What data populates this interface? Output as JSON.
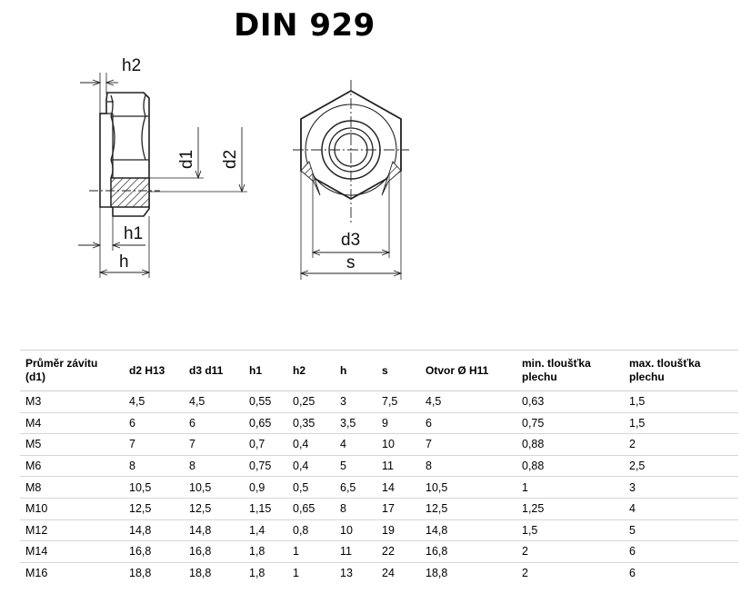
{
  "title": "DIN 929",
  "drawing": {
    "side_view": {
      "h2": "h2",
      "d1": "d1",
      "d2": "d2",
      "h1": "h1",
      "h": "h"
    },
    "front_view": {
      "d3": "d3",
      "s": "s"
    }
  },
  "table": {
    "headers": [
      "Průměr závitu (d1)",
      "d2 H13",
      "d3 d11",
      "h1",
      "h2",
      "h",
      "s",
      "Otvor Ø H11",
      "min. tloušťka plechu",
      "max. tloušťka plechu"
    ],
    "rows": [
      [
        "M3",
        "4,5",
        "4,5",
        "0,55",
        "0,25",
        "3",
        "7,5",
        "4,5",
        "0,63",
        "1,5"
      ],
      [
        "M4",
        "6",
        "6",
        "0,65",
        "0,35",
        "3,5",
        "9",
        "6",
        "0,75",
        "1,5"
      ],
      [
        "M5",
        "7",
        "7",
        "0,7",
        "0,4",
        "4",
        "10",
        "7",
        "0,88",
        "2"
      ],
      [
        "M6",
        "8",
        "8",
        "0,75",
        "0,4",
        "5",
        "11",
        "8",
        "0,88",
        "2,5"
      ],
      [
        "M8",
        "10,5",
        "10,5",
        "0,9",
        "0,5",
        "6,5",
        "14",
        "10,5",
        "1",
        "3"
      ],
      [
        "M10",
        "12,5",
        "12,5",
        "1,15",
        "0,65",
        "8",
        "17",
        "12,5",
        "1,25",
        "4"
      ],
      [
        "M12",
        "14,8",
        "14,8",
        "1,4",
        "0,8",
        "10",
        "19",
        "14,8",
        "1,5",
        "5"
      ],
      [
        "M14",
        "16,8",
        "16,8",
        "1,8",
        "1",
        "11",
        "22",
        "16,8",
        "2",
        "6"
      ],
      [
        "M16",
        "18,8",
        "18,8",
        "1,8",
        "1",
        "13",
        "24",
        "18,8",
        "2",
        "6"
      ]
    ]
  }
}
